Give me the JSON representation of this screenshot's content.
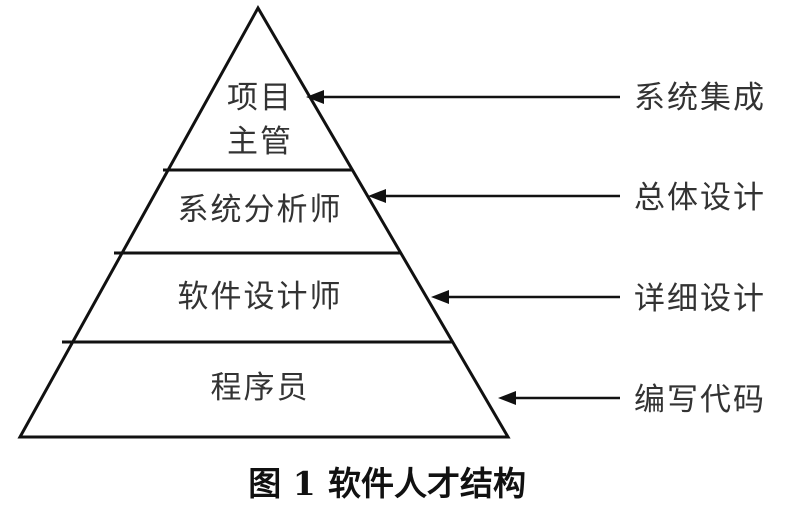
{
  "levels": [
    {
      "lines": [
        "项目",
        "主管"
      ]
    },
    {
      "lines": [
        "系统分析师"
      ]
    },
    {
      "lines": [
        "软件设计师"
      ]
    },
    {
      "lines": [
        "程序员"
      ]
    }
  ],
  "phases": [
    "系统集成",
    "总体设计",
    "详细设计",
    "编写代码"
  ],
  "caption": {
    "number": "图 1",
    "title": "软件人才结构"
  }
}
